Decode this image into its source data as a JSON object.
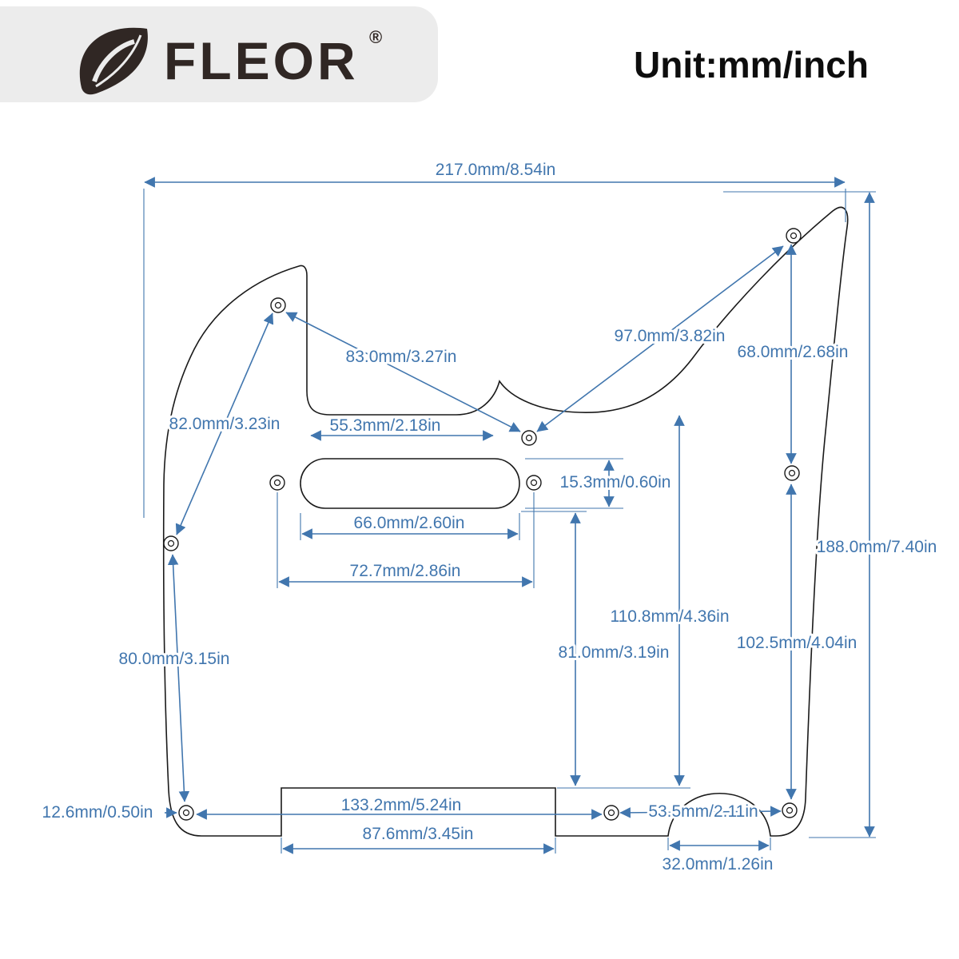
{
  "header": {
    "brand": "FLEOR",
    "registered_mark": "®",
    "unit_label": "Unit:mm/inch"
  },
  "colors": {
    "dimension_blue": "#4176ae",
    "outline_black": "#1a1a1a",
    "banner_gray": "#ececec",
    "logo_dark": "#302724"
  },
  "dims": {
    "total_width": {
      "label": "217.0mm/8.54in"
    },
    "total_height": {
      "label": "188.0mm/7.40in"
    },
    "horn_to_mid_screw": {
      "label": "97.0mm/3.82in"
    },
    "right_screws_upper": {
      "label": "68.0mm/2.68in"
    },
    "upperleft_to_mid_screw": {
      "label": "83.0mm/3.27in"
    },
    "upperleft_to_left_screw": {
      "label": "82.0mm/3.23in"
    },
    "shelf_to_notch": {
      "label": "55.3mm/2.18in"
    },
    "pickup_height": {
      "label": "15.3mm/0.60in"
    },
    "pickup_length": {
      "label": "66.0mm/2.60in"
    },
    "pickup_screw_span": {
      "label": "72.7mm/2.86in"
    },
    "mid_vertical": {
      "label": "110.8mm/4.36in"
    },
    "pickup_to_bottom": {
      "label": "81.0mm/3.19in"
    },
    "right_screws_lower": {
      "label": "102.5mm/4.04in"
    },
    "left_screws": {
      "label": "80.0mm/3.15in"
    },
    "bottomleft_screw_offset": {
      "label": "12.6mm/0.50in"
    },
    "bottom_screw_span": {
      "label": "133.2mm/5.24in"
    },
    "notch_width": {
      "label": "87.6mm/3.45in"
    },
    "bottom_right_span": {
      "label": "53.5mm/2.11in"
    },
    "cutout_width": {
      "label": "32.0mm/1.26in"
    }
  }
}
